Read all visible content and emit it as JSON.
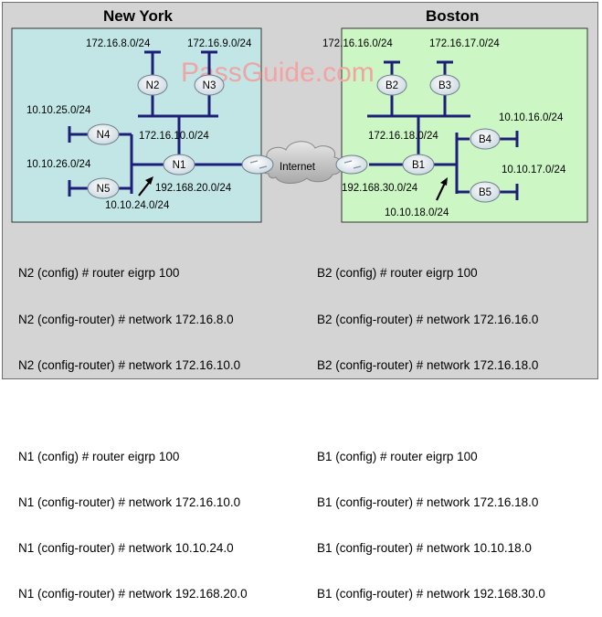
{
  "sites": {
    "new_york": "New York",
    "boston": "Boston"
  },
  "watermark": "PassGuide.com",
  "cloud_label": "Internet",
  "routers": {
    "n1": "N1",
    "n2": "N2",
    "n3": "N3",
    "n4": "N4",
    "n5": "N5",
    "b1": "B1",
    "b2": "B2",
    "b3": "B3",
    "b4": "B4",
    "b5": "B5"
  },
  "networks": {
    "ny_n2_lan": "172.16.8.0/24",
    "ny_n3_lan": "172.16.9.0/24",
    "ny_n4_lan": "10.10.25.0/24",
    "ny_n5_lan": "10.10.26.0/24",
    "ny_backbone": "172.16.10.0/24",
    "ny_n1_lan": "10.10.24.0/24",
    "ny_wan": "192.168.20.0/24",
    "bos_b2_lan": "172.16.16.0/24",
    "bos_b3_lan": "172.16.17.0/24",
    "bos_b4_lan": "10.10.16.0/24",
    "bos_b5_lan": "10.10.17.0/24",
    "bos_backbone": "172.16.18.0/24",
    "bos_b1_lan": "10.10.18.0/24",
    "bos_wan": "192.168.30.0/24"
  },
  "colors": {
    "ny_box": "#c2e6e6",
    "boston_box": "#ccf7c4",
    "links": "#1c1f78",
    "router": "#e9f0f5"
  },
  "config": {
    "left": [
      "N2 (config) # router eigrp 100",
      "N2 (config-router) # network 172.16.8.0",
      "N2 (config-router) # network 172.16.10.0",
      "",
      "N1 (config) # router eigrp 100",
      "N1 (config-router) # network 172.16.10.0",
      "N1 (config-router) # network 10.10.24.0",
      "N1 (config-router) # network 192.168.20.0"
    ],
    "right": [
      "B2 (config) # router eigrp 100",
      "B2 (config-router) # network 172.16.16.0",
      "B2 (config-router) # network 172.16.18.0",
      "",
      "B1 (config) # router eigrp 100",
      "B1 (config-router) # network 172.16.18.0",
      "B1 (config-router) # network 10.10.18.0",
      "B1 (config-router) # network 192.168.30.0"
    ]
  }
}
